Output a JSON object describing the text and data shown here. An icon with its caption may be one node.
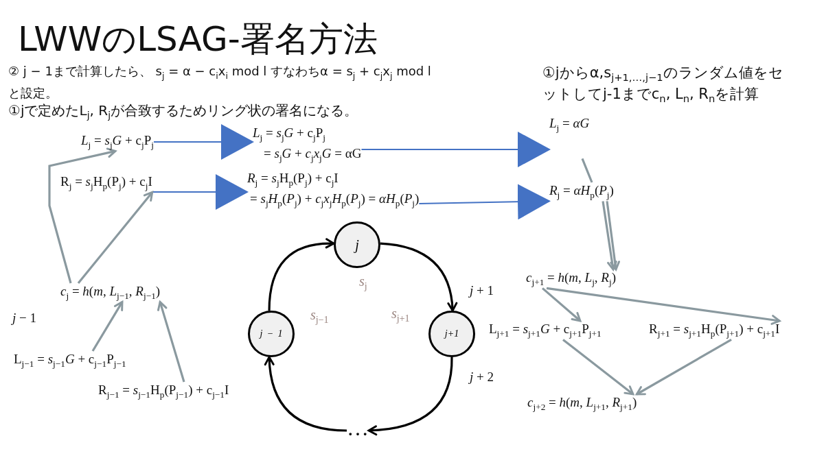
{
  "diagram": {
    "title": "LWWのLSAG-署名方法",
    "nodes": [
      {
        "text": [
          "*L*$_{j}$ = *s*$_{j}$*G* + c$_{j}$P$_{j}$"
        ]
      },
      {
        "text": [
          "R$_{j}$ = *s*$_{j}$H$_{p}$(P$_{j}$) + c$_{j}$I"
        ]
      },
      {
        "text": [
          "*c*$_{j}$ = *h*(*m*, *L*$_{j−1}$, *R*$_{j−1}$)"
        ]
      },
      {
        "text": [
          "L$_{j−1}$ = *s*$_{j−1}$*G* + c$_{j−1}$P$_{j−1}$"
        ]
      },
      {
        "text": [
          "R$_{j−1}$ = *s*$_{j−1}$H$_{p}$(P$_{j−1}$) + c$_{j−1}$I"
        ]
      },
      {
        "text": [
          "*L*$_{j}$ = *s*$_{j}$*G* + c$_{j}$P$_{j}$",
          "= *s*$_{j}$*G* + *c*$_{j}$*x*$_{j}$*G* = αG"
        ]
      },
      {
        "text": [
          "*R*$_{j}$ = *s*$_{j}$H$_{p}$(P$_{j}$) + c$_{j}$I",
          "= *s*$_{j}$*H*$_{p}$(*P*$_{j}$) + *c*$_{j}$*x*$_{j}$*H*$_{p}$(*P*$_{j}$) = *αH*$_{p}$(*P*$_{j}$)"
        ]
      },
      {
        "text": [
          "*L*$_{j}$ = *αG*"
        ]
      },
      {
        "text": [
          "*R*$_{j}$ = *αH*$_{p}$(*P*$_{j}$)"
        ]
      },
      {
        "text": [
          "*c*$_{j+1}$ = *h*(*m*, *L*$_{j}$, *R*$_{j}$)"
        ]
      },
      {
        "text": [
          "L$_{j+1}$ = *s*$_{j+1}$*G* + c$_{j+1}$P$_{j+1}$"
        ]
      },
      {
        "text": [
          "R$_{j+1}$ = *s*$_{j+1}$H$_{p}$(P$_{j+1}$) + c$_{j+1}$I"
        ]
      },
      {
        "text": [
          "*c*$_{j+2}$ = *h*(*m*, *L*$_{j+1}$, *R*$_{j+1}$)"
        ]
      },
      {
        "text": [
          "j"
        ]
      },
      {
        "text": [
          "j − 1"
        ]
      },
      {
        "text": [
          "j+1"
        ]
      },
      {
        "text": [
          "…"
        ]
      }
    ],
    "edges": [
      {
        "from": 0,
        "to": 5,
        "arrow": "to",
        "color": "#4472c4"
      },
      {
        "from": 1,
        "to": 6,
        "arrow": "to",
        "color": "#4472c4"
      },
      {
        "from": 5,
        "to": 7,
        "arrow": "to",
        "color": "#4472c4"
      },
      {
        "from": 6,
        "to": 8,
        "arrow": "to",
        "color": "#4472c4"
      },
      {
        "from": 2,
        "to": 0,
        "arrow": "to"
      },
      {
        "from": 2,
        "to": 1,
        "arrow": "to"
      },
      {
        "from": 3,
        "to": 2,
        "arrow": "to"
      },
      {
        "from": 4,
        "to": 2,
        "arrow": "to"
      },
      {
        "from": 7,
        "to": 8,
        "arrow": "none"
      },
      {
        "from": 8,
        "to": 9,
        "arrow": "to"
      },
      {
        "from": 8,
        "to": 9,
        "arrow": "to"
      },
      {
        "from": 9,
        "to": 10,
        "arrow": "to"
      },
      {
        "from": 9,
        "to": 11,
        "arrow": "to"
      },
      {
        "from": 10,
        "to": 12,
        "arrow": "to"
      },
      {
        "from": 11,
        "to": 12,
        "arrow": "to"
      },
      {
        "from": 14,
        "to": 13,
        "arrow": "to",
        "color": "#000000"
      },
      {
        "from": 13,
        "to": 15,
        "arrow": "to",
        "color": "#000000"
      },
      {
        "from": 15,
        "to": 16,
        "arrow": "to",
        "color": "#000000"
      },
      {
        "from": 16,
        "to": 14,
        "arrow": "to",
        "color": "#000000"
      }
    ],
    "labels": [
      "② j − 1まで計算したら、 s$_{j}$ = α − c$_{i}$x$_{i}$ mod l すなわちα = s$_{j}$ + c$_{j}$x$_{j}$ mod l",
      "と設定。",
      "①jで定めたL$_{j}$, R$_{j}$が合致するためリング状の署名になる。",
      "①jからα,s$_{j+1,…,j−1}$のランダム値をセットしてj-1までc$_{n}$, L$_{n}$, R$_{n}$を計算",
      "*j* − 1",
      "*s*$_{j}$",
      "*s*$_{j−1}$",
      "*s*$_{j+1}$",
      "*j* + 1",
      "*j* + 2"
    ]
  }
}
